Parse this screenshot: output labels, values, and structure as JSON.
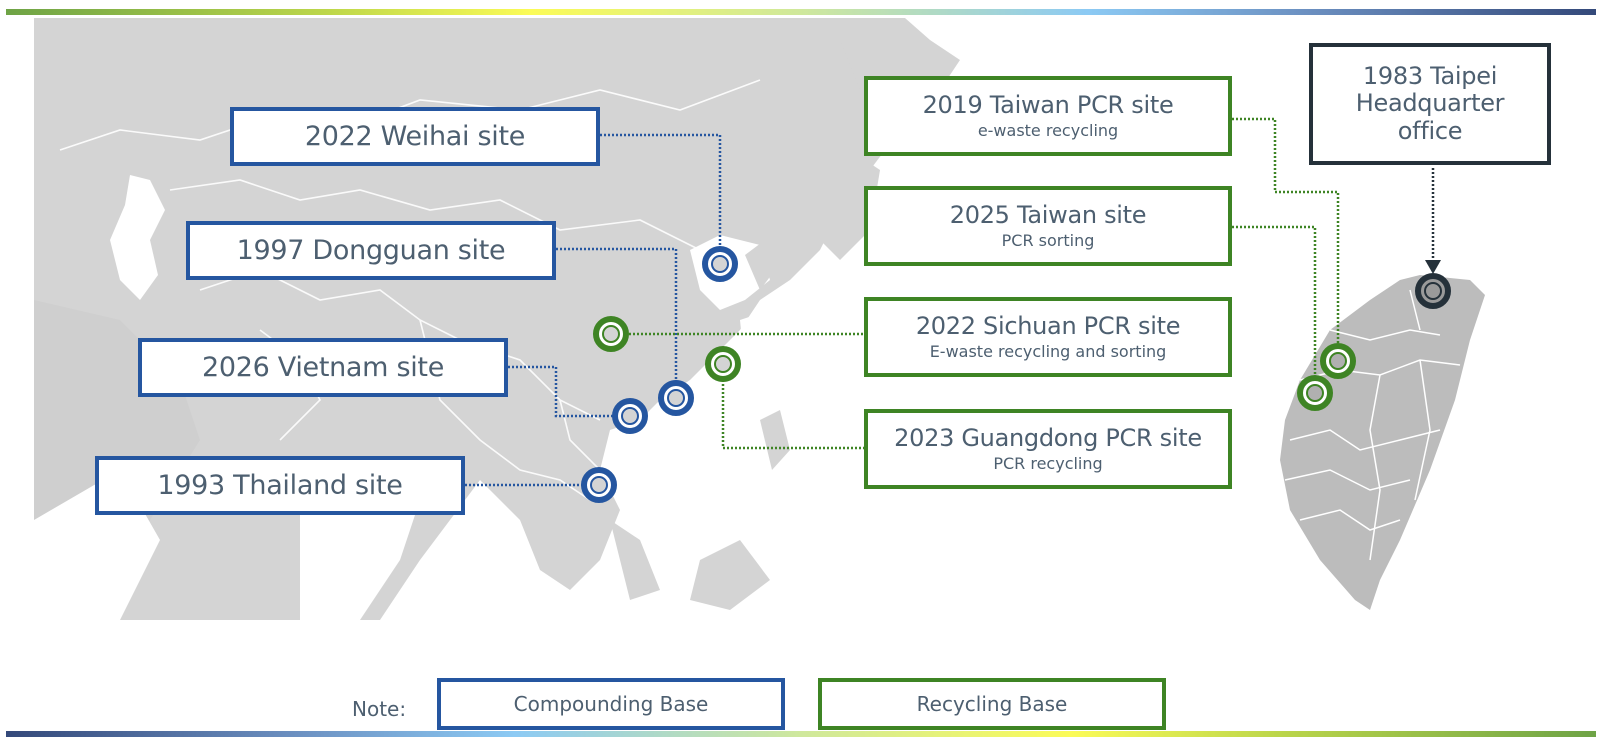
{
  "colors": {
    "compounding": "#2556a0",
    "recycling": "#3e8424",
    "headquarter": "#25313a",
    "land": "#d4d4d4",
    "taiwan_land": "#b8b8b8",
    "text": "#4d5f70"
  },
  "sites": {
    "weihai": {
      "title": "2022 Weihai site",
      "type": "compounding"
    },
    "dongguan": {
      "title": "1997 Dongguan site",
      "type": "compounding"
    },
    "vietnam": {
      "title": "2026 Vietnam site",
      "type": "compounding"
    },
    "thailand": {
      "title": "1993 Thailand site",
      "type": "compounding"
    },
    "taiwan_pcr_2019": {
      "title": "2019 Taiwan PCR site",
      "subtitle": "e-waste recycling",
      "type": "recycling"
    },
    "taiwan_2025": {
      "title": "2025 Taiwan site",
      "subtitle": "PCR sorting",
      "type": "recycling"
    },
    "sichuan": {
      "title": "2022 Sichuan PCR site",
      "subtitle": "E-waste recycling and sorting",
      "type": "recycling"
    },
    "guangdong": {
      "title": "2023 Guangdong PCR site",
      "subtitle": "PCR recycling",
      "type": "recycling"
    },
    "taipei_hq": {
      "title_lines": [
        "1983 Taipei",
        "Headquarter",
        "office"
      ],
      "type": "headquarter"
    }
  },
  "legend": {
    "note_label": "Note:",
    "compounding_label": "Compounding Base",
    "recycling_label": "Recycling Base"
  }
}
